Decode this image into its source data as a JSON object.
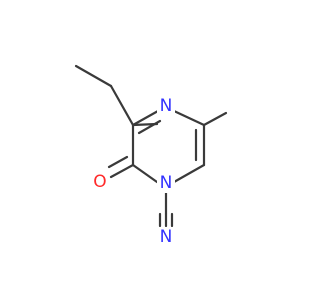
{
  "structure": {
    "atoms": {
      "n_ring": {
        "symbol": "N",
        "color": "#3333ff"
      },
      "n_cyano": {
        "symbol": "N",
        "color": "#3333ff"
      },
      "n_amide": {
        "symbol": "N",
        "color": "#3333ff"
      },
      "o_carbonyl": {
        "symbol": "O",
        "color": "#ff2a2a"
      }
    },
    "bond_color": "#3a3a3a"
  }
}
